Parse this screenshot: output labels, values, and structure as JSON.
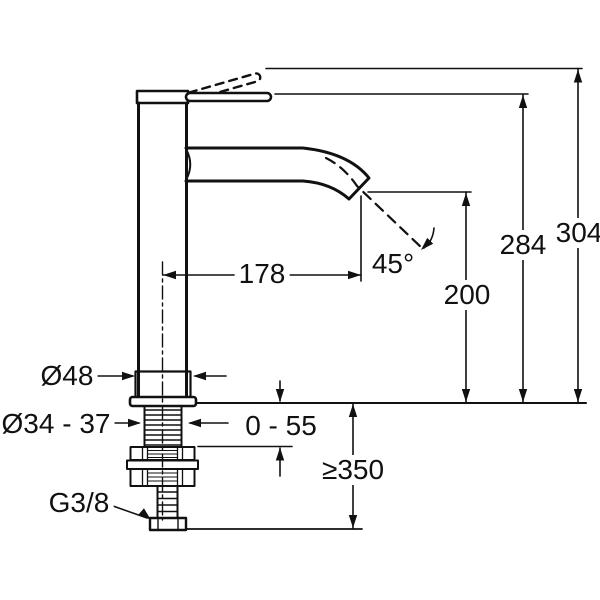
{
  "page": {
    "background_color": "#ffffff",
    "line_color": "#111111"
  },
  "drawing": {
    "type": "technical-dimension-drawing",
    "subject": "single-lever basin mixer faucet, side elevation with installation dimensions",
    "units": "mm"
  },
  "dimensions": {
    "spout_reach": "178",
    "spout_angle": "45°",
    "spout_outlet_height": "200",
    "height_lever_down": "284",
    "height_lever_up": "304",
    "body_diameter": "Ø48",
    "mounting_hole_diameter": "Ø34 - 37",
    "deck_thickness_range": "0 - 55",
    "min_hose_clearance": "≥350",
    "supply_connection_thread": "G3/8"
  }
}
